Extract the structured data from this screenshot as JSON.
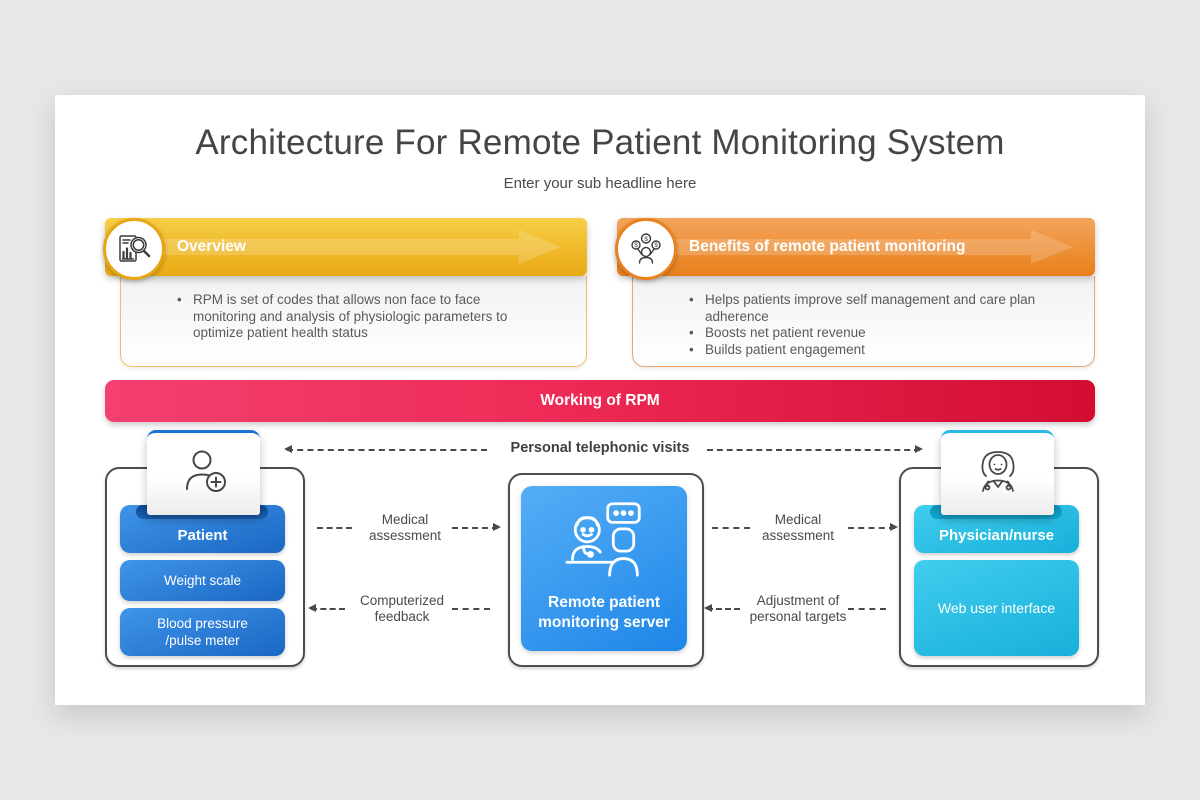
{
  "slide": {
    "title": "Architecture For Remote Patient Monitoring System",
    "subtitle": "Enter your sub headline here"
  },
  "overview": {
    "heading": "Overview",
    "bullets": [
      "RPM is set of codes that allows non face to face monitoring and analysis of physiologic parameters to optimize patient health status"
    ]
  },
  "benefits": {
    "heading": "Benefits of remote patient monitoring",
    "bullets": [
      "Helps patients improve self management and care plan adherence",
      "Boosts net patient revenue",
      "Builds patient engagement"
    ]
  },
  "working": {
    "heading": "Working of RPM"
  },
  "flow": {
    "top_link_label": "Personal telephonic visits",
    "patient": {
      "title": "Patient",
      "items": [
        "Weight scale",
        "Blood pressure /pulse meter"
      ]
    },
    "server": {
      "title": "Remote patient monitoring server"
    },
    "physician": {
      "title": "Physician/nurse",
      "items": [
        "Web user interface"
      ]
    },
    "patient_to_server": "Medical assessment",
    "server_to_patient": "Computerized feedback",
    "server_to_physician": "Medical assessment",
    "physician_to_server": "Adjustment of personal targets"
  },
  "colors": {
    "overview_gold": "#EAA915",
    "benefits_orange": "#E8801A",
    "working_pink": "#F4406F",
    "working_red": "#D30C32",
    "patient_blue": "#1A67C4",
    "server_blue": "#1E86E8",
    "physician_cyan": "#17B0DA"
  }
}
